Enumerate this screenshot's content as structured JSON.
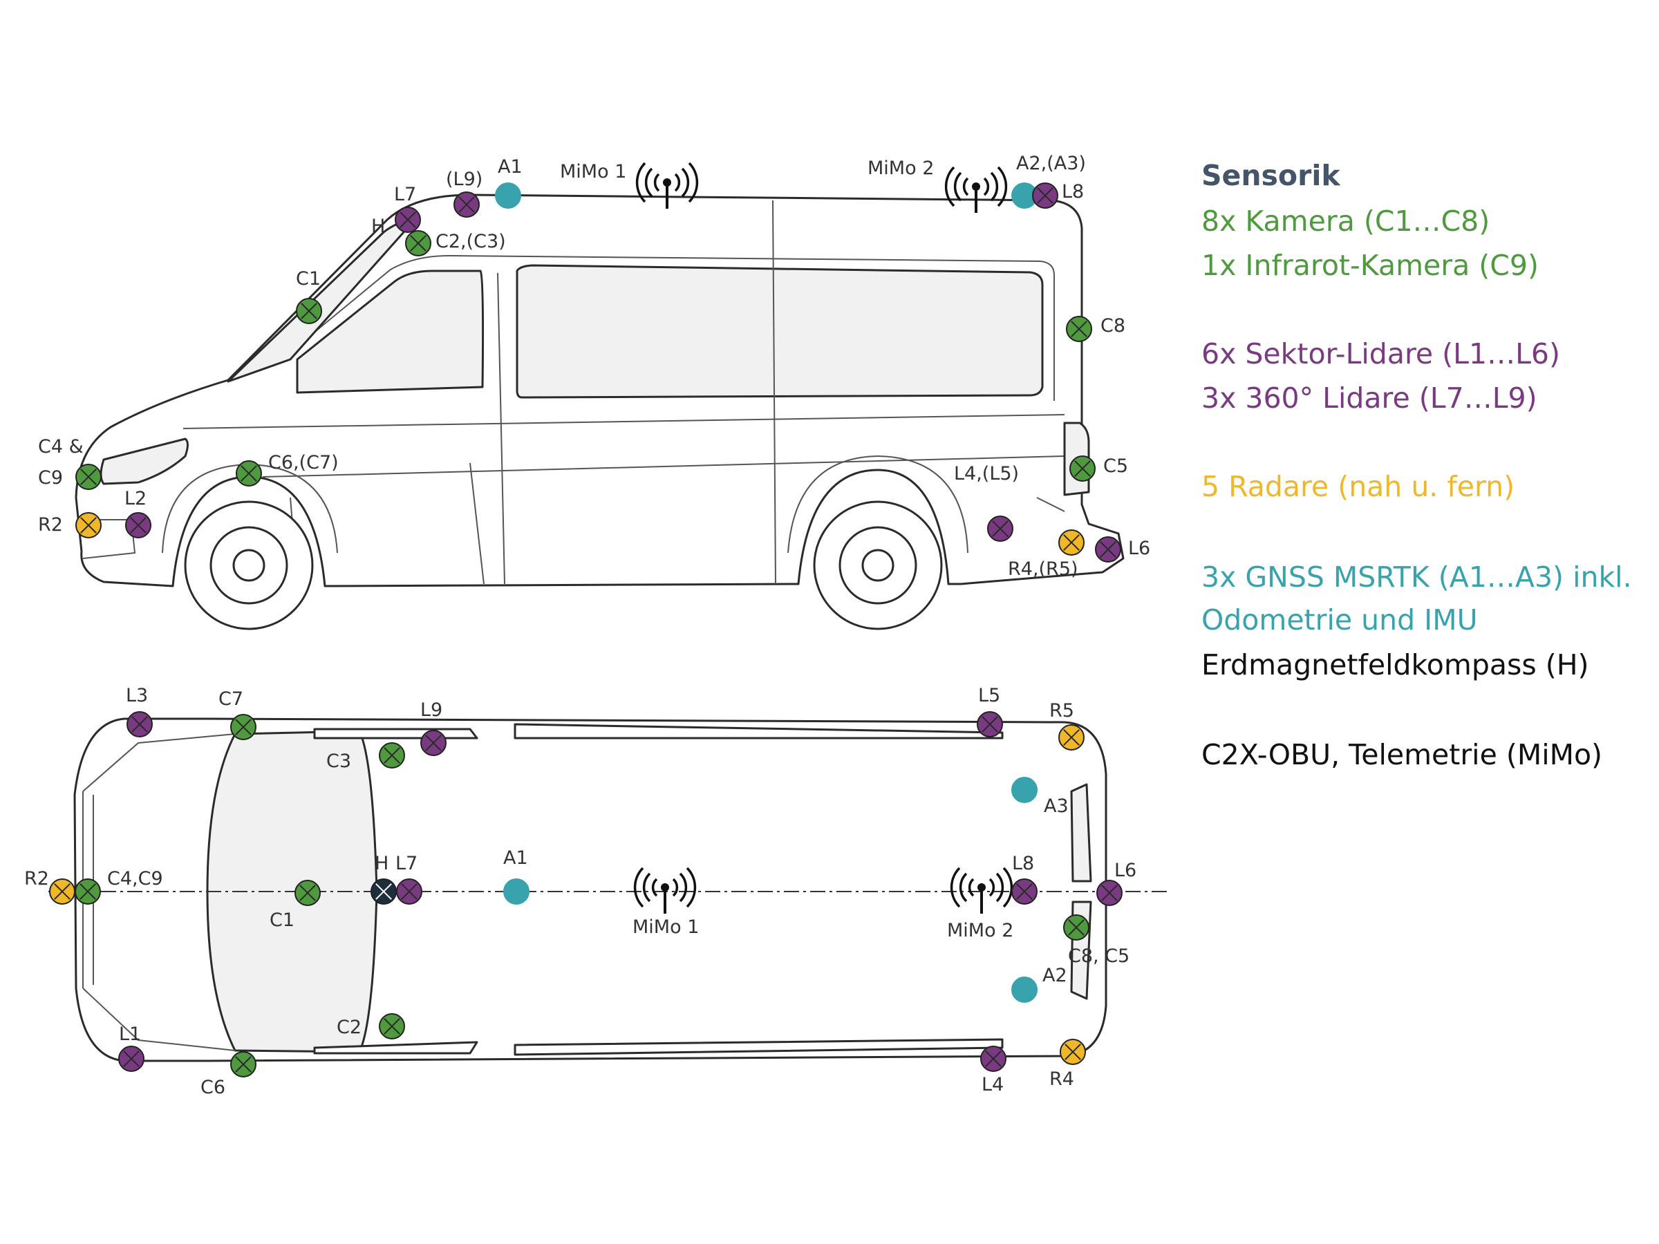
{
  "legend": {
    "title": "Sensorik",
    "cameras": "8x Kamera (C1…C8)",
    "ir_camera": "1x Infrarot-Kamera (C9)",
    "sector_lidar": "6x Sektor-Lidare (L1…L6)",
    "lidar_360": "3x 360° Lidare (L7…L9)",
    "radar": "5 Radare (nah u. fern)",
    "gnss_1": "3x GNSS MSRTK (A1…A3) inkl.",
    "gnss_2": "Odometrie und IMU",
    "compass": "Erdmagnetfeldkompass (H)",
    "telemetry": "C2X-OBU, Telemetrie (MiMo)"
  },
  "colors": {
    "title": "#44546a",
    "camera": "#4f9a3e",
    "lidar": "#7a3a82",
    "radar": "#f0b829",
    "gnss": "#38a2ad",
    "compass": "#1f2e3d",
    "black": "#111111"
  },
  "side_view": {
    "labels": {
      "A1": "A1",
      "L9": "(L9)",
      "L7": "L7",
      "H": "H",
      "C2C3": "C2,(C3)",
      "C1": "C1",
      "MiMo1": "MiMo 1",
      "MiMo2": "MiMo 2",
      "A2A3": "A2,(A3)",
      "L8": "L8",
      "C8": "C8",
      "C5": "C5",
      "L4L5": "L4,(L5)",
      "L6": "L6",
      "R4R5": "R4,(R5)",
      "C4_1": "C4 &",
      "C4_2": "C9",
      "R2": "R2",
      "L2": "L2",
      "C6C7": "C6,(C7)"
    }
  },
  "top_view": {
    "labels": {
      "L3": "L3",
      "C7": "C7",
      "L9": "L9",
      "C3": "C3",
      "L5": "L5",
      "R5": "R5",
      "A3": "A3",
      "R2": "R2",
      "C4C9": "C4,C9",
      "C1": "C1",
      "H": "H",
      "L7": "L7",
      "A1": "A1",
      "MiMo1": "MiMo 1",
      "MiMo2": "MiMo 2",
      "L8": "L8",
      "L6": "L6",
      "C8C5": "C8, C5",
      "A2": "A2",
      "C2": "C2",
      "L1": "L1",
      "C6": "C6",
      "L4": "L4",
      "R4": "R4"
    }
  }
}
